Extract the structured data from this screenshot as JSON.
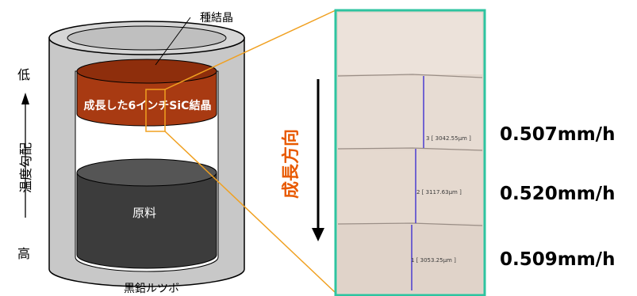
{
  "labels": {
    "seed_crystal": "種結晶",
    "grown_crystal": "成長した6インチSiC結晶",
    "raw_material": "原料",
    "crucible": "黒鉛ルツボ",
    "temperature_gradient": "温度勾配",
    "low": "低",
    "high": "高",
    "growth_direction": "成長方向"
  },
  "micrograph": {
    "measurements": [
      "3 [ 3042.55μm ]",
      "2 [ 3117.63μm ]",
      "1 [ 3053.25μm ]"
    ]
  },
  "growth_rates": [
    "0.507mm/h",
    "0.520mm/h",
    "0.509mm/h"
  ],
  "colors": {
    "crucible": "#c8c8c8",
    "crystal": "#a83a12",
    "raw_material": "#3c3c3c",
    "micrograph_border": "#2ec4a0",
    "zoom_lines": "#f0a020",
    "growth_arrow": "#e85a00",
    "measure_line": "#4a3cd0"
  }
}
